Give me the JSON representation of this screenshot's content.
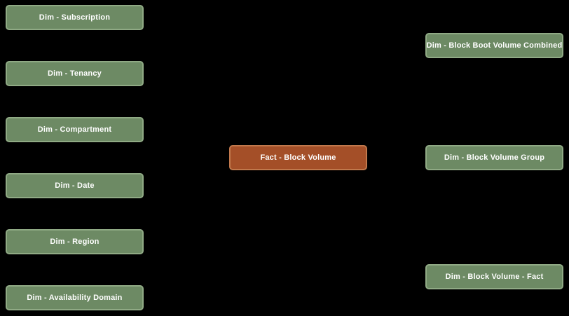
{
  "diagram": {
    "type": "star-schema",
    "background": "#000000",
    "colors": {
      "dimension_fill": "#6d8a64",
      "dimension_border": "#90aa85",
      "fact_fill": "#a44f28",
      "fact_border": "#c1794d",
      "label_text": "#ffffff"
    },
    "nodes": [
      {
        "label": "Dim - Subscription",
        "kind": "dimension",
        "column": "left"
      },
      {
        "label": "Dim - Tenancy",
        "kind": "dimension",
        "column": "left"
      },
      {
        "label": "Dim - Compartment",
        "kind": "dimension",
        "column": "left"
      },
      {
        "label": "Dim - Date",
        "kind": "dimension",
        "column": "left"
      },
      {
        "label": "Dim - Region",
        "kind": "dimension",
        "column": "left"
      },
      {
        "label": "Dim - Availability Domain",
        "kind": "dimension",
        "column": "left"
      },
      {
        "label": "Fact - Block Volume",
        "kind": "fact",
        "column": "center"
      },
      {
        "label": "Dim - Block Boot Volume Combined",
        "kind": "dimension",
        "column": "right"
      },
      {
        "label": "Dim - Block Volume Group",
        "kind": "dimension",
        "column": "right"
      },
      {
        "label": "Dim - Block Volume - Fact",
        "kind": "dimension",
        "column": "right"
      }
    ]
  }
}
